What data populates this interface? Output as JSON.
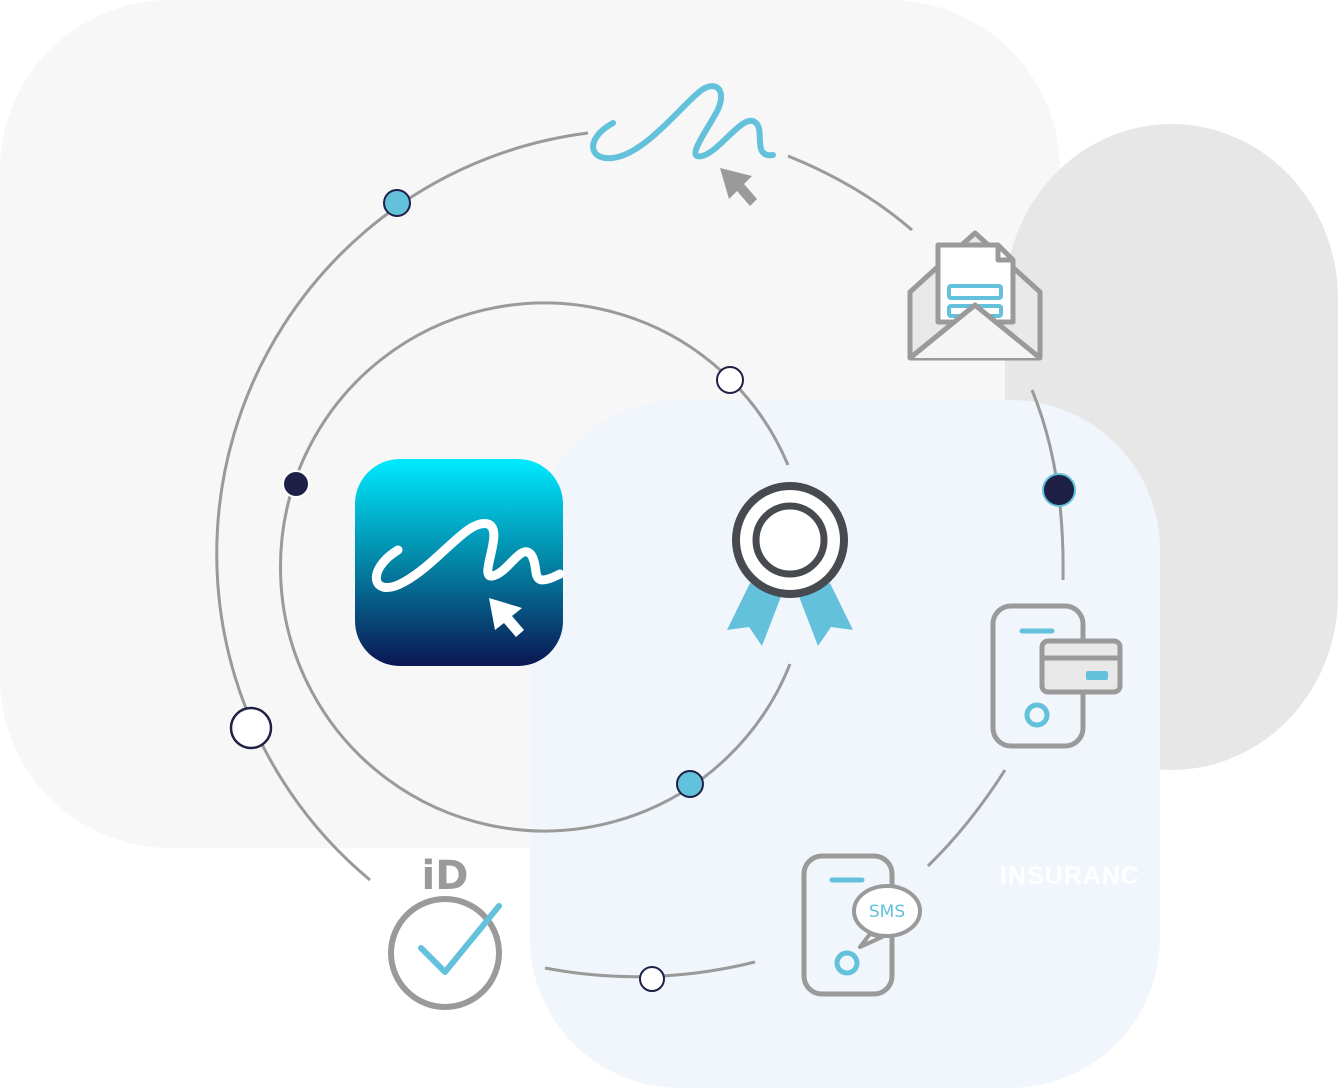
{
  "colors": {
    "panel_light": "#f7f7f7",
    "panel_grey": "#e7e7e7",
    "panel_blue": "#f1f6fc",
    "ring": "#9a9a9a",
    "accent_cyan": "#63c1dc",
    "navy": "#1e2145",
    "icon_grey": "#9a9a9a",
    "badge_dark": "#474b50",
    "app_gradient_top": "#00eaff",
    "app_gradient_bottom": "#0b1652"
  },
  "icons": {
    "signature": "signature-scribble-icon",
    "cursor": "cursor-arrow-icon",
    "app": "signature-app-icon",
    "badge": "certificate-rosette-icon",
    "envelope": "envelope-document-icon",
    "phone_card": "phone-credit-card-icon",
    "phone_sms": "phone-sms-icon",
    "id_check": "id-verification-check-icon"
  },
  "labels": {
    "id": "iD",
    "sms": "SMS",
    "insurance": "INSURANC"
  }
}
